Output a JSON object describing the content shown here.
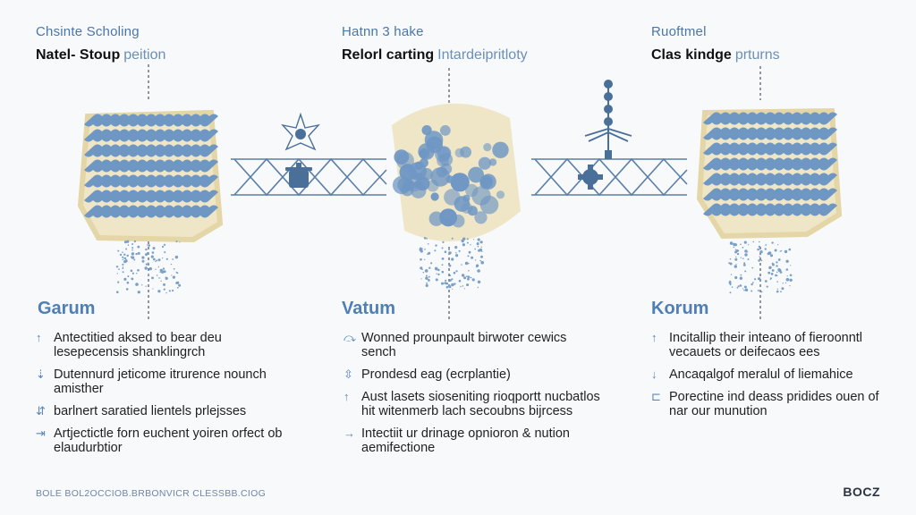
{
  "columns": [
    {
      "subtitle": "Chsinte Scholing",
      "title": "Natel- Stoup",
      "title_suffix": "peition",
      "section": "Garum",
      "items": [
        {
          "icon": "arrow-up-icon",
          "glyph": "↑",
          "text": "Antectitied aksed to bear deu lesepecensis shanklingrch"
        },
        {
          "icon": "arrows-down-icon",
          "glyph": "⇣",
          "text": "Dutennurd jeticome itrurence nounch amisther"
        },
        {
          "icon": "arrows-split-icon",
          "glyph": "⇵",
          "text": "barlnert saratied lientels prlejsses"
        },
        {
          "icon": "double-arrow-icon",
          "glyph": "⇥",
          "text": "Artjectictle forn euchent yoiren orfect ob elaudurbtior"
        }
      ]
    },
    {
      "subtitle": "Hatnn 3 hake",
      "title": "Relorl carting",
      "title_suffix": "Intardeipritloty",
      "section": "Vatum",
      "items": [
        {
          "icon": "swirl-icon",
          "glyph": "⤼",
          "text": "Wonned prounpault birwoter cewics sench"
        },
        {
          "icon": "diamond-arrow-icon",
          "glyph": "⇳",
          "text": "Prondesd eag (ecrplantie)"
        },
        {
          "icon": "arrow-up-icon",
          "glyph": "↑",
          "text": "Aust lasets sioseniting rioqportt nucbatlos hit witenmerb lach secoubns bijrcess"
        },
        {
          "icon": "arrow-right-icon",
          "glyph": "→",
          "text": "Intectiit ur drinage opnioron & nution aemifectione"
        }
      ]
    },
    {
      "subtitle": "Ruoftmel",
      "title": "Clas kindge",
      "title_suffix": "prturns",
      "section": "Korum",
      "items": [
        {
          "icon": "arrow-up-icon",
          "glyph": "↑",
          "text": "Incitallip their inteano of fieroonntl vecauets or deifecaos ees"
        },
        {
          "icon": "arrow-down-icon",
          "glyph": "↓",
          "text": "Ancaqalgof meralul of liemahice"
        },
        {
          "icon": "bracket-icon",
          "glyph": "⊏",
          "text": "Porectine ind deass pridides ouen of nar our munution"
        }
      ]
    }
  ],
  "footer": "BOLE BOL2OCCIOB.BRBONVICR CLESSBB.CIOG",
  "brand": "BOCZ",
  "colors": {
    "blue": "#5b86b8",
    "dark_blue": "#3f6a9a",
    "sand": "#e9dcb4",
    "line": "#4f74a0"
  }
}
